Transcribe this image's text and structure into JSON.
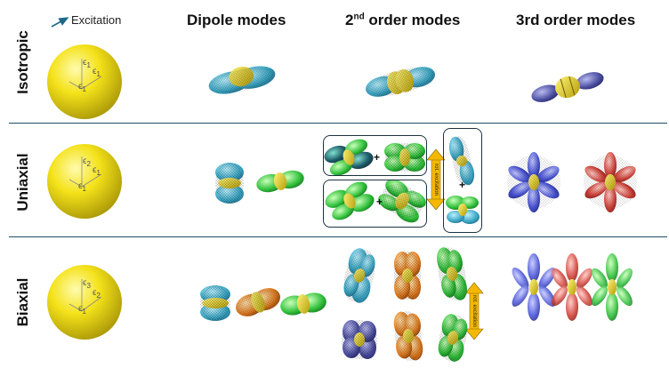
{
  "legend": {
    "excitation_label": "Excitation"
  },
  "columns": {
    "dipole": "Dipole modes",
    "second_prefix": "2",
    "second_sup": "nd",
    "second_suffix": " order modes",
    "third": "3rd order modes"
  },
  "rows": [
    {
      "label": "Isotropic",
      "axes": [
        {
          "sym": "ϵ",
          "sub": "1"
        },
        {
          "sym": "ϵ",
          "sub": "1"
        },
        {
          "sym": "ϵ",
          "sub": "1"
        }
      ]
    },
    {
      "label": "Uniaxial",
      "axes": [
        {
          "sym": "ϵ",
          "sub": "2"
        },
        {
          "sym": "ϵ",
          "sub": "1"
        },
        {
          "sym": "ϵ",
          "sub": "1"
        }
      ]
    },
    {
      "label": "Biaxial",
      "axes": [
        {
          "sym": "ϵ",
          "sub": "3"
        },
        {
          "sym": "ϵ",
          "sub": "2"
        },
        {
          "sym": "ϵ",
          "sub": "1"
        }
      ]
    }
  ],
  "annotations": {
    "excitation_arrow": "rot. excitation",
    "plus": "+"
  },
  "colors": {
    "sphere": "#f4e21a",
    "separator": "#1f4e63",
    "arrow": "#f5b800",
    "teal": "#3aa6c4",
    "green": "#2fbf3a",
    "blue": "#3b45c8",
    "red": "#d2433b",
    "orange": "#e07a1f",
    "navy": "#3c3e8a"
  }
}
